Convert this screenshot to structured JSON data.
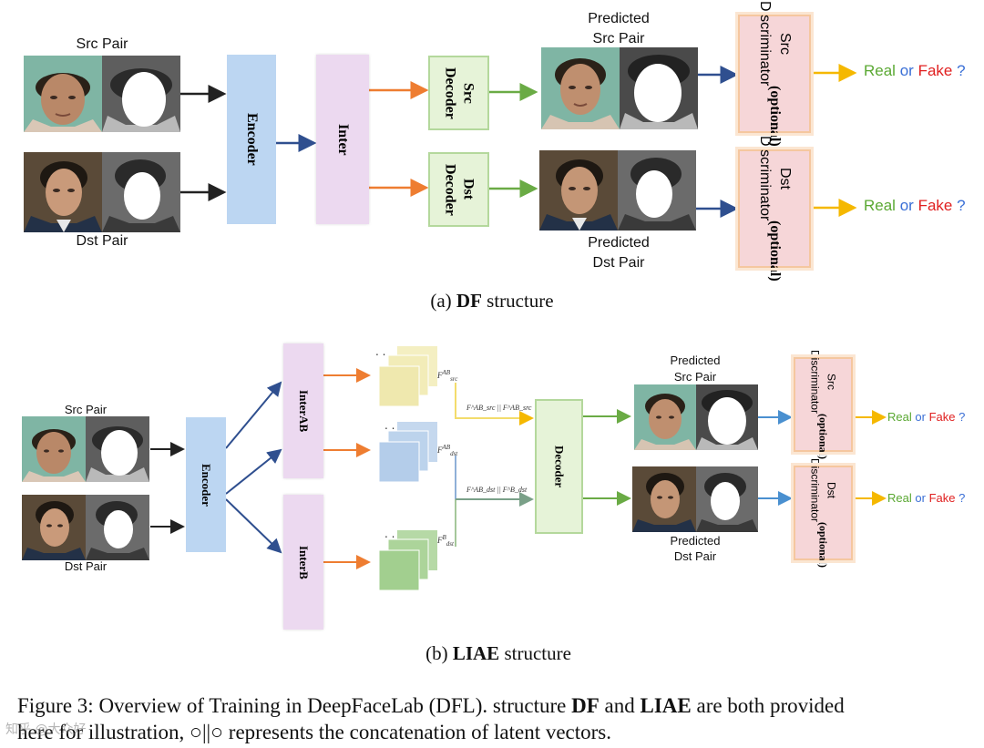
{
  "colors": {
    "encoder": "#bcd6f2",
    "inter": "#ecd9f0",
    "decoder": "#e6f3d8",
    "discriminator": "#f6d6d8",
    "arrow_black": "#222222",
    "arrow_blue": "#2f4f8f",
    "arrow_orange": "#ee7d31",
    "arrow_green": "#6aab45",
    "arrow_yellow": "#f5b800",
    "real": "#5aa832",
    "fake": "#e02020",
    "question": "#3a6fd6"
  },
  "df": {
    "src_pair": "Src Pair",
    "dst_pair": "Dst Pair",
    "encoder": "Encoder",
    "inter": "Inter",
    "src_decoder": "Src Decoder",
    "dst_decoder": "Dst Decoder",
    "predicted_src_1": "Predicted",
    "predicted_src_2": "Src Pair",
    "predicted_dst_1": "Predicted",
    "predicted_dst_2": "Dst Pair",
    "src_disc_name": "Src Discriminator",
    "dst_disc_name": "Dst Discriminator",
    "optional": "(optional)",
    "real": "Real",
    "or": "or",
    "fake": "Fake",
    "q": "?",
    "caption_prefix": "(a)",
    "caption_bold": "DF",
    "caption_rest": "structure"
  },
  "liae": {
    "src_pair": "Src Pair",
    "dst_pair": "Dst Pair",
    "encoder": "Encoder",
    "inter_ab": "InterAB",
    "inter_b": "InterB",
    "decoder": "Decoder",
    "f_src_ab": "F",
    "f_src_ab_sup": "AB",
    "f_src_ab_sub": "src",
    "f_dst_ab": "F",
    "f_dst_ab_sup": "AB",
    "f_dst_ab_sub": "dst",
    "f_dst_b": "F",
    "f_dst_b_sup": "B",
    "f_dst_b_sub": "dst",
    "concat_src": "F^AB_src || F^AB_src",
    "concat_dst": "F^AB_dst || F^B_dst",
    "predicted_src_1": "Predicted",
    "predicted_src_2": "Src Pair",
    "predicted_dst_1": "Predicted",
    "predicted_dst_2": "Dst Pair",
    "src_disc_name": "Src Discriminator",
    "dst_disc_name": "Dst Discriminator",
    "optional": "(optional)",
    "real": "Real",
    "or": "or",
    "fake": "Fake",
    "q": "?",
    "caption_prefix": "(b)",
    "caption_bold": "LIAE",
    "caption_rest": "structure"
  },
  "figure_caption": {
    "line1_a": "Figure 3: Overview of Training in DeepFaceLab (DFL). structure ",
    "line1_b": "DF",
    "line1_c": " and ",
    "line1_d": "LIAE",
    "line1_e": " are both provided",
    "line2": "here for illustration, ○||○ represents the concatenation of latent vectors."
  },
  "watermark": "知乎 @大众好"
}
